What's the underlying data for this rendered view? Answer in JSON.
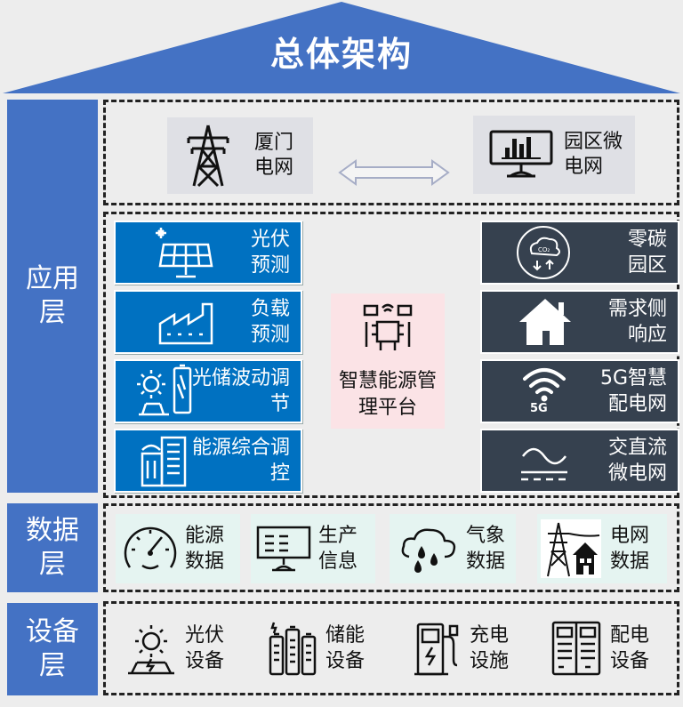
{
  "title": "总体架构",
  "layers": {
    "app": "应用层",
    "data": "数据层",
    "device": "设备层"
  },
  "grid": {
    "xiamen": "厦门电网",
    "park": "园区微电网"
  },
  "left_cards": [
    {
      "label": "光伏预测",
      "icon": "solar-panel-icon"
    },
    {
      "label": "负载预测",
      "icon": "factory-icon"
    },
    {
      "label": "光储波动调节",
      "icon": "sun-battery-icon"
    },
    {
      "label": "能源综合调控",
      "icon": "buildings-icon"
    }
  ],
  "center": {
    "label": "智慧能源管理平台",
    "icon": "meeting-table-icon"
  },
  "right_cards": [
    {
      "label": "零碳园区",
      "icon": "co2-cloud-icon"
    },
    {
      "label": "需求侧响应",
      "icon": "house-icon"
    },
    {
      "label": "5G智慧配电网",
      "icon": "wifi-5g-icon",
      "badge": "5G"
    },
    {
      "label": "交直流微电网",
      "icon": "ac-dc-icon"
    }
  ],
  "data_items": [
    {
      "label": "能源数据",
      "icon": "gauge-icon"
    },
    {
      "label": "生产信息",
      "icon": "monitor-icon"
    },
    {
      "label": "气象数据",
      "icon": "rain-cloud-icon"
    },
    {
      "label": "电网数据",
      "icon": "pylon-house-icon"
    }
  ],
  "device_items": [
    {
      "label": "光伏设备",
      "icon": "sun-panel-icon"
    },
    {
      "label": "储能设备",
      "icon": "battery-bank-icon"
    },
    {
      "label": "充电设施",
      "icon": "charger-icon"
    },
    {
      "label": "配电设备",
      "icon": "cabinet-icon"
    }
  ],
  "colors": {
    "accent": "#4472c4",
    "blue_card": "#0071c1",
    "dark_card": "#36414f",
    "pink": "#fbe3e6",
    "mint": "#e5f4f1"
  }
}
